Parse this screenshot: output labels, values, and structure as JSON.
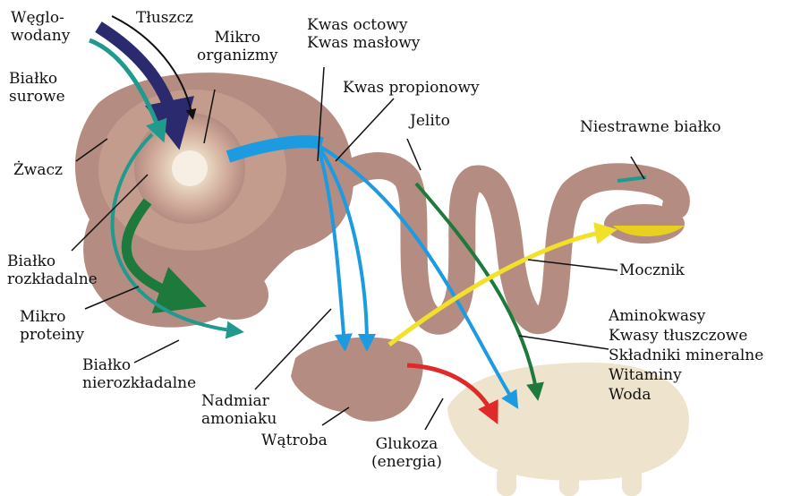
{
  "colors": {
    "organ": "#b48c82",
    "organ_dark": "#9c7268",
    "rumen_center": "#e8d9c4",
    "rumen_mid": "#d2b8a2",
    "cow_body": "#eee3cc",
    "yellow_pool": "#e8d020",
    "navy": "#2b2a6e",
    "teal": "#1f9a8c",
    "green": "#1d7a3c",
    "blue": "#1c9be0",
    "yellow": "#f3e02a",
    "red": "#e02a2a",
    "black": "#111111"
  },
  "labels": {
    "weglowodany": [
      "Węglo-",
      "wodany"
    ],
    "tluszcz": [
      "Tłuszcz"
    ],
    "mikroorganizmy": [
      "Mikro",
      "organizmy"
    ],
    "bialko_surowe": [
      "Białko",
      "surowe"
    ],
    "zwacz": [
      "Żwacz"
    ],
    "bialko_rozkladalne": [
      "Białko",
      "rozkładalne"
    ],
    "mikroproteiny": [
      "Mikro",
      "proteiny"
    ],
    "bialko_nierozkladalne": [
      "Białko",
      "nierozkładalne"
    ],
    "nadmiar_amoniaku": [
      "Nadmiar",
      "amoniaku"
    ],
    "watroba": [
      "Wątroba"
    ],
    "glukoza": [
      "Glukoza",
      "(energia)"
    ],
    "kwasy_lotne": [
      "Kwas octowy",
      "Kwas masłowy"
    ],
    "kwas_propionowy": [
      "Kwas propionowy"
    ],
    "jelito": [
      "Jelito"
    ],
    "niestrawne_bialko": [
      "Niestrawne białko"
    ],
    "mocznik": [
      "Mocznik"
    ],
    "produkty_jelitowe": [
      "Aminokwasy",
      "Kwasy tłuszczowe",
      "Składniki mineralne",
      "Witaminy",
      "Woda"
    ]
  }
}
